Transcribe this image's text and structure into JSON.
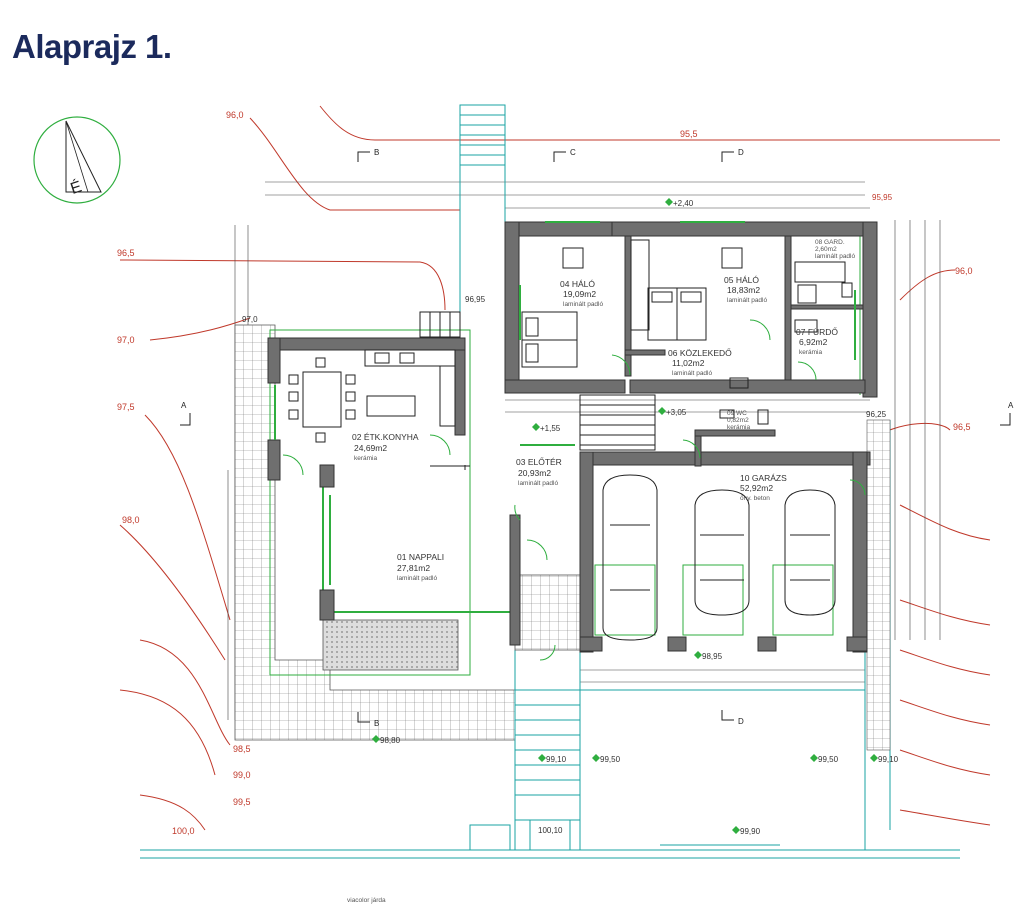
{
  "title": "Alaprajz 1.",
  "rooms": [
    {
      "number_name": "01 NAPPALI",
      "area": "27,81m2",
      "floor": "laminált padló"
    },
    {
      "number_name": "02 ÉTK.KONYHA",
      "area": "24,69m2",
      "floor": "kerámia"
    },
    {
      "number_name": "03 ELŐTÉR",
      "area": "20,93m2",
      "floor": "laminált padló"
    },
    {
      "number_name": "04 HÁLÓ",
      "area": "19,09m2",
      "floor": "laminált padló"
    },
    {
      "number_name": "05 HÁLÓ",
      "area": "18,83m2",
      "floor": "laminált padló"
    },
    {
      "number_name": "06 KÖZLEKEDŐ",
      "area": "11,02m2",
      "floor": "laminált padló"
    },
    {
      "number_name": "07 FÜRDŐ",
      "area": "6,92m2",
      "floor": "kerámia"
    },
    {
      "number_name": "10 GARÁZS",
      "area": "52,92m2",
      "floor": "öny. beton"
    },
    {
      "number_name": "08 GARD.",
      "area": "2,60m2",
      "floor": "laminált padló"
    },
    {
      "number_name": "09 WC",
      "area": "0,82m2",
      "floor": "kerámia"
    }
  ],
  "contours": [
    "96,0",
    "96,5",
    "97,0",
    "97,5",
    "98,0",
    "98,5",
    "99,0",
    "99,5",
    "100,0",
    "95,5",
    "96,0",
    "96,5"
  ],
  "levels": [
    "+2,40",
    "+1,55",
    "+3,05",
    "95,95",
    "96,95",
    "96,25",
    "97,0",
    "98,95",
    "98,80",
    "99,10",
    "99,50",
    "99,50",
    "99,10",
    "100,10",
    "99,90"
  ],
  "sections": [
    "B",
    "C",
    "D",
    "A",
    "A",
    "B",
    "D"
  ],
  "street_label": "viacolor járda",
  "north_letter": "É"
}
